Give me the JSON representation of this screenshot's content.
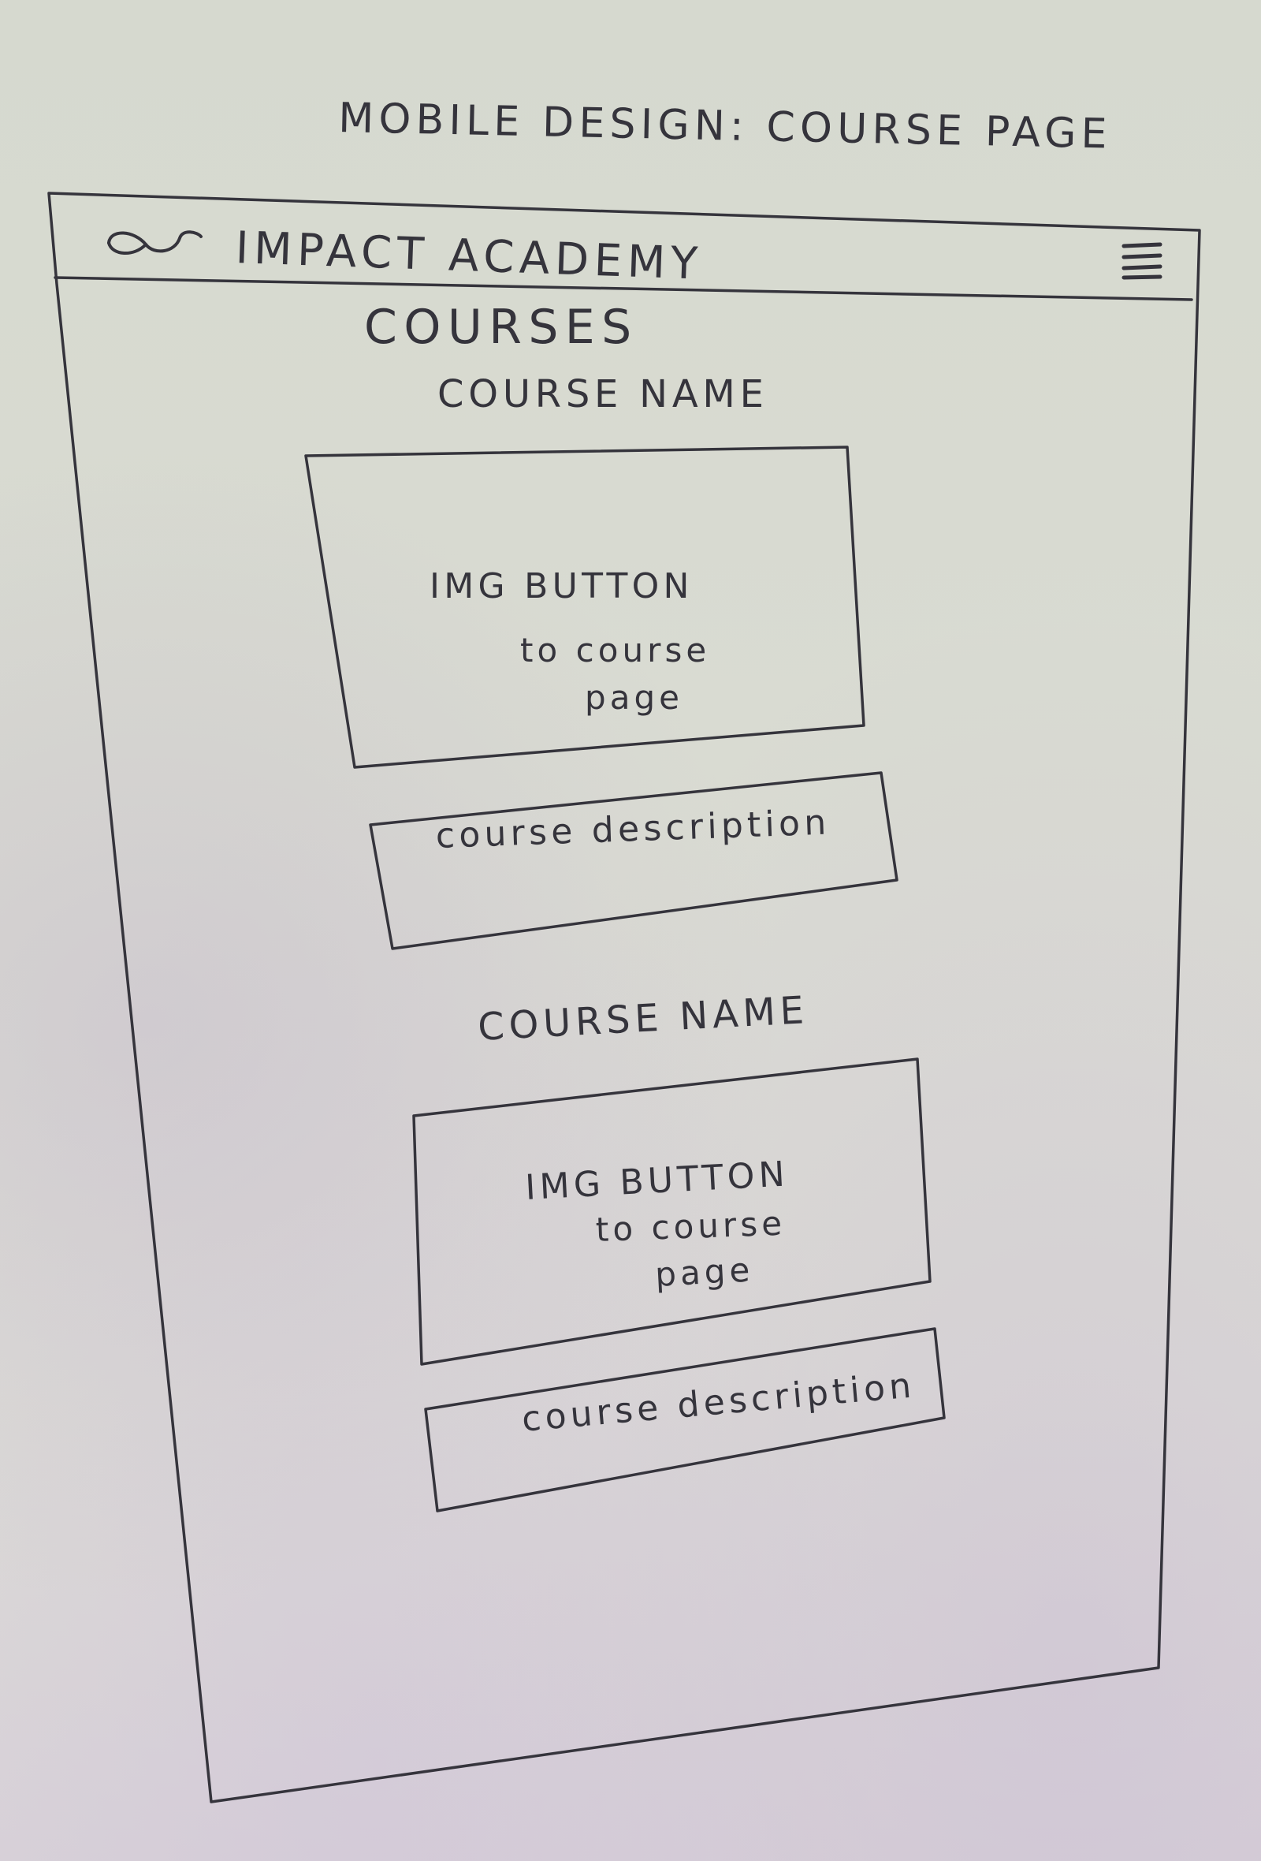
{
  "sheet": {
    "title": "MOBILE DESIGN: COURSE PAGE"
  },
  "header": {
    "logo_icon": "infinity-logo-icon",
    "app_title": "IMPACT ACADEMY",
    "menu_icon": "hamburger-menu-icon"
  },
  "main": {
    "heading": "COURSES",
    "courses": [
      {
        "name": "COURSE NAME",
        "image_button": {
          "label": "IMG BUTTON",
          "sub_line1": "to course",
          "sub_line2": "page"
        },
        "description": "course description"
      },
      {
        "name": "COURSE NAME",
        "image_button": {
          "label": "IMG BUTTON",
          "sub_line1": "to course",
          "sub_line2": "page"
        },
        "description": "course description"
      }
    ]
  },
  "colors": {
    "paper": "#d9dbd2",
    "ink": "#35343c"
  }
}
